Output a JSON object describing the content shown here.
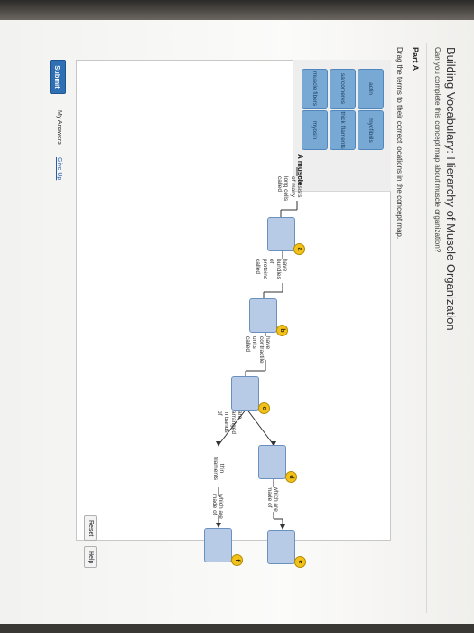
{
  "problem": {
    "title": "Building Vocabulary: Hierarchy of Muscle Organization",
    "subtitle": "Can you complete this concept map about muscle organization?"
  },
  "part": {
    "label": "Part A",
    "instructions": "Drag the terms to their correct locations in the concept map."
  },
  "term_bank": {
    "terms": [
      "actin",
      "sarcomeres",
      "muscle fibers",
      "myofibrils",
      "thick filaments",
      "myosin"
    ]
  },
  "concept_map": {
    "root": "A muscle",
    "links": {
      "consists_of": "consists of many long cells called",
      "have_bundles": "have bundles of proteins called",
      "have_contractile": "have contractile units called",
      "arranged": "are arranged in bands of",
      "which_are_d": "which are made of",
      "which_are_f": "which are made of"
    },
    "fixed_node": "thin filaments",
    "badges": [
      "a",
      "b",
      "c",
      "d",
      "e",
      "f"
    ]
  },
  "buttons": {
    "reset": "Reset",
    "help": "Help",
    "submit": "Submit"
  },
  "footer": {
    "my_answers": "My Answers",
    "give_up": "Give Up"
  }
}
